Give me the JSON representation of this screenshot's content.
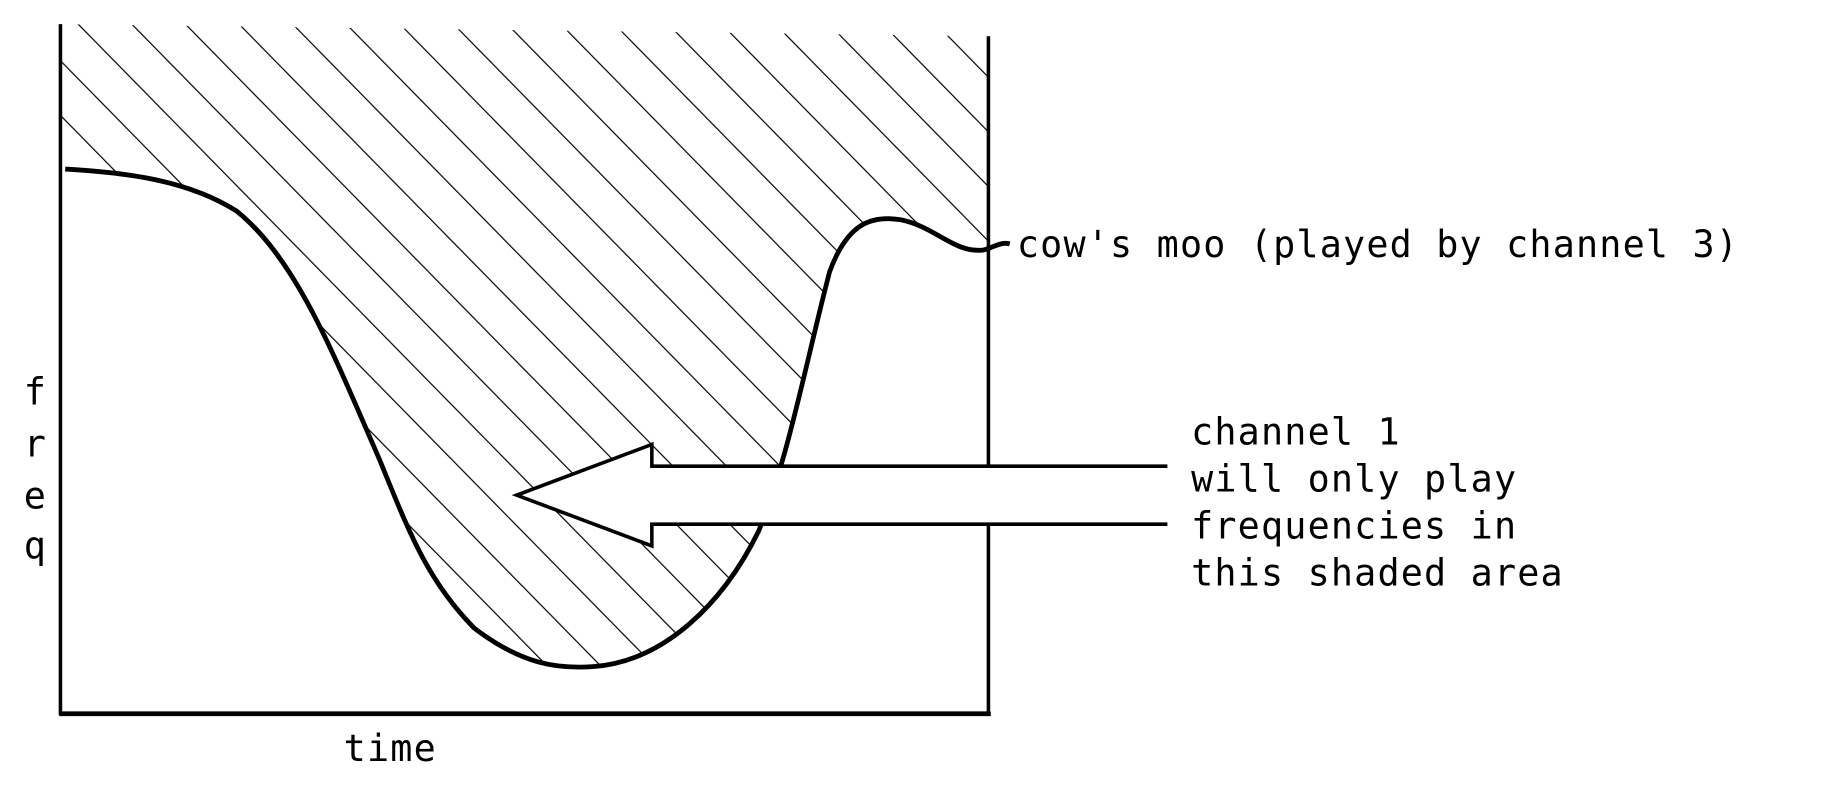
{
  "diagram": {
    "y_axis_letters": [
      "f",
      "r",
      "e",
      "q"
    ],
    "x_axis_label": "time",
    "curve_label": "cow's moo (played by channel 3)",
    "arrow_note_lines": [
      "channel 1",
      "will only play",
      "frequencies in",
      "this shaded area"
    ]
  },
  "colors": {
    "ink": "#000000",
    "background": "#ffffff"
  }
}
